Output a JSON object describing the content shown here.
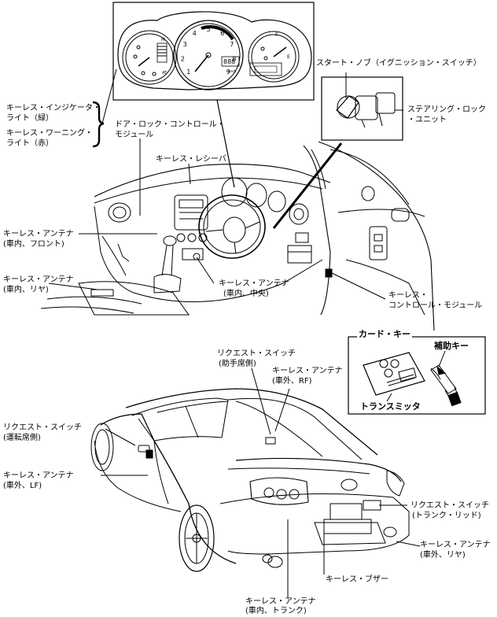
{
  "labels": {
    "start_knob": "スタート・ノブ（イグニッション・スイッチ）",
    "steering_lock_l1": "ステアリング・ロック",
    "steering_lock_l2": "・ユニット",
    "keyless_indicator_l1": "キーレス・インジケータ・",
    "keyless_indicator_l2": "ライト（緑）",
    "keyless_warning_l1": "キーレス・ワーニング・",
    "keyless_warning_l2": "ライト（赤）",
    "door_lock_module_l1": "ドア・ロック・コントロール・",
    "door_lock_module_l2": "モジュール",
    "keyless_receiver": "キーレス・レシーバ",
    "antenna_front_l1": "キーレス・アンテナ",
    "antenna_front_l2": "(車内、フロント)",
    "antenna_rear_in_l1": "キーレス・アンテナ",
    "antenna_rear_in_l2": "(車内、リヤ)",
    "antenna_center_l1": "キーレス・アンテナ",
    "antenna_center_l2": "(車内、中央)",
    "keyless_module_l1": "キーレス・",
    "keyless_module_l2": "コントロール・モジュール",
    "card_key": "カード・キー",
    "aux_key": "補助キー",
    "transmitter": "トランスミッタ",
    "req_switch_passenger_l1": "リクエスト・スイッチ",
    "req_switch_passenger_l2": "(助手席側)",
    "antenna_rf_l1": "キーレス・アンテナ",
    "antenna_rf_l2": "(車外、RF)",
    "req_switch_driver_l1": "リクエスト・スイッチ",
    "req_switch_driver_l2": "(運転席側)",
    "antenna_lf_l1": "キーレス・アンテナ",
    "antenna_lf_l2": "(車外、LF)",
    "req_switch_trunk_l1": "リクエスト・スイッチ",
    "req_switch_trunk_l2": "(トランク・リッド)",
    "antenna_rear_out_l1": "キーレス・アンテナ",
    "antenna_rear_out_l2": "(車外、リヤ)",
    "buzzer": "キーレス・ブザー",
    "antenna_trunk_l1": "キーレス・アンテナ",
    "antenna_trunk_l2": "(車内、トランク)"
  },
  "gauges": {
    "tach_numbers": [
      "1",
      "2",
      "3",
      "4",
      "5",
      "6",
      "7",
      "8",
      "9"
    ],
    "odo_digits": "888",
    "speed_unit": "km/h"
  }
}
